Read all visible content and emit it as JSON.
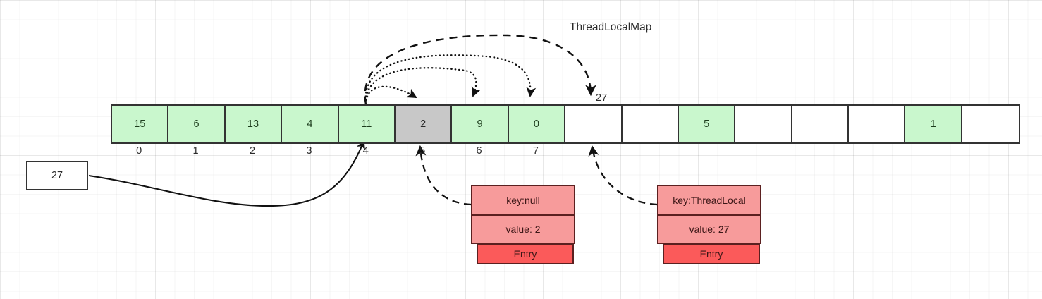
{
  "title": "ThreadLocalMap",
  "array": {
    "name": "thread-local-map-table",
    "cells": [
      {
        "value": "15",
        "state": "filled"
      },
      {
        "value": "6",
        "state": "filled"
      },
      {
        "value": "13",
        "state": "filled"
      },
      {
        "value": "4",
        "state": "filled"
      },
      {
        "value": "11",
        "state": "filled"
      },
      {
        "value": "2",
        "state": "stale"
      },
      {
        "value": "9",
        "state": "filled"
      },
      {
        "value": "0",
        "state": "filled"
      },
      {
        "value": "",
        "state": "empty"
      },
      {
        "value": "",
        "state": "empty"
      },
      {
        "value": "5",
        "state": "filled"
      },
      {
        "value": "",
        "state": "empty"
      },
      {
        "value": "",
        "state": "empty"
      },
      {
        "value": "",
        "state": "empty"
      },
      {
        "value": "1",
        "state": "filled"
      },
      {
        "value": "",
        "state": "empty"
      }
    ],
    "indices": [
      "0",
      "1",
      "2",
      "3",
      "4",
      "5",
      "6",
      "7"
    ]
  },
  "source_box": {
    "value": "27"
  },
  "slot_annotation": {
    "label": "27"
  },
  "entries": [
    {
      "key": "key:null",
      "value": "value: 2",
      "tag": "Entry"
    },
    {
      "key": "key:ThreadLocal",
      "value": "value: 27",
      "tag": "Entry"
    }
  ],
  "colors": {
    "filled_cell": "#c9f7cd",
    "stale_cell": "#c8c8c8",
    "entry_field": "#f79b9b",
    "entry_tag": "#fb5a5a",
    "stroke": "#333333"
  }
}
